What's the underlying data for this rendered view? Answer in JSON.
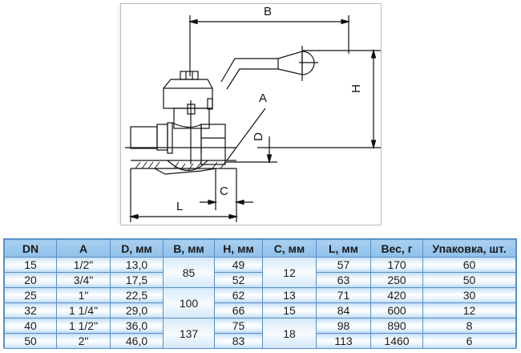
{
  "diagram": {
    "labels": {
      "B": "B",
      "H": "H",
      "A": "A",
      "D": "D",
      "C": "C",
      "L": "L"
    }
  },
  "table": {
    "headers": [
      "DN",
      "A",
      "D, мм",
      "B, мм",
      "H, мм",
      "C, мм",
      "L, мм",
      "Вес, г",
      "Упаковка, шт."
    ],
    "rows": [
      {
        "dn": "15",
        "a": "1/2\"",
        "d": "13,0",
        "h": "49",
        "l": "57",
        "weight": "170",
        "pack": "60"
      },
      {
        "dn": "20",
        "a": "3/4\"",
        "d": "17,5",
        "h": "52",
        "l": "63",
        "weight": "250",
        "pack": "50"
      },
      {
        "dn": "25",
        "a": "1\"",
        "d": "22,5",
        "h": "62",
        "l": "71",
        "weight": "420",
        "pack": "30"
      },
      {
        "dn": "32",
        "a": "1 1/4\"",
        "d": "29,0",
        "h": "66",
        "l": "84",
        "weight": "600",
        "pack": "12"
      },
      {
        "dn": "40",
        "a": "1 1/2\"",
        "d": "36,0",
        "h": "75",
        "l": "98",
        "weight": "890",
        "pack": "8"
      },
      {
        "dn": "50",
        "a": "2\"",
        "d": "46,0",
        "h": "83",
        "l": "113",
        "weight": "1460",
        "pack": "6"
      }
    ],
    "b_groups": [
      "85",
      "100",
      "137"
    ],
    "c_groups": [
      "12",
      "13",
      "15",
      "18"
    ]
  },
  "colors": {
    "table_border": "#5b8fc7",
    "header_bg": "#9cc8ee",
    "line": "#111111"
  }
}
